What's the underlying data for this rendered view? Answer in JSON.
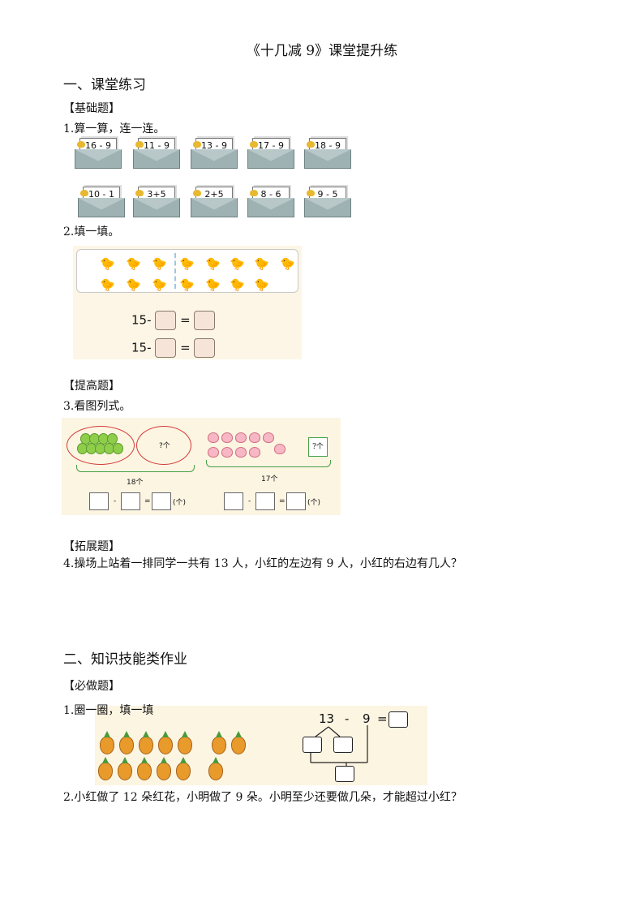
{
  "title": "《十几减 9》课堂提升练",
  "section1": {
    "heading": "一、课堂练习",
    "basic_tag": "【基础题】",
    "q1": "1.算一算，连一连。",
    "envelopes_top": [
      "16 - 9",
      "11 - 9",
      "13 - 9",
      "17 - 9",
      "18 - 9"
    ],
    "envelopes_bottom": [
      "10 - 1",
      "3+5",
      "2+5",
      "8 - 6",
      "9 - 5"
    ],
    "q2": "2.填一填。",
    "fill_rows": [
      "15-",
      "15-"
    ],
    "advanced_tag": "【提高题】",
    "q3": "3.看图列式。",
    "pic3_left_unknown": "?个",
    "pic3_left_total": "18个",
    "pic3_right_unknown": "?个",
    "pic3_right_total": "17个",
    "unit": "(个)",
    "extension_tag": "【拓展题】",
    "q4": "4.操场上站着一排同学一共有 13 人，小红的左边有 9 人，小红的右边有几人？"
  },
  "section2": {
    "heading": "二、知识技能类作业",
    "must_tag": "【必做题】",
    "q1": "1.圈一圈，填一填",
    "eq_a": "13",
    "eq_op": "-",
    "eq_b": "9",
    "eq_eq": "=",
    "q2": "2.小红做了 12 朵红花，小明做了 9 朵。小明至少还要做几朵，才能超过小红？"
  }
}
